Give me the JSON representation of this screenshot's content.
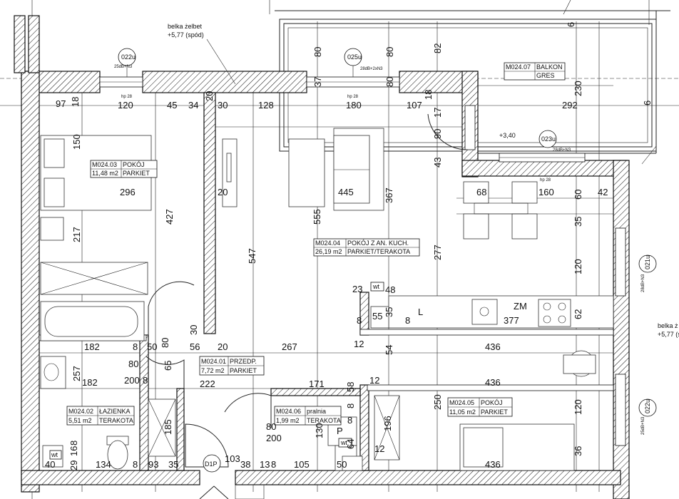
{
  "notes": {
    "beam_top_1": "belka żelbet",
    "beam_top_2": "+5,77 (spód)",
    "beam_right_1": "belka ż",
    "beam_right_2": "+5,77 (s",
    "window_label_1": "25dB+N3",
    "window_label_2": "28dB+2xN3",
    "window_label_3": "28dB+N3",
    "window_label_4": "28dB+N3",
    "window_label_5": "25dB+N3",
    "door_label": "D1P",
    "level_label": "+3,40"
  },
  "window_tags": [
    "022u",
    "025u",
    "023u",
    "021u",
    "022u"
  ],
  "hp_marks": [
    "hp 28",
    "hp 28",
    "hp 28"
  ],
  "rooms": {
    "balkon": {
      "id": "M024.07",
      "name": "BALKON",
      "area": "",
      "finish": "GRES"
    },
    "pokoj1": {
      "id": "M024.03",
      "name": "POKÓJ",
      "area": "11,48 m2",
      "finish": "PARKIET"
    },
    "salon": {
      "id": "M024.04",
      "name": "POKÓJ Z AN. KUCH.",
      "area": "26,19 m2",
      "finish": "PARKIET/TERAKOTA"
    },
    "przedp": {
      "id": "M024.01",
      "name": "PRZEDP.",
      "area": "7,72 m2",
      "finish": "PARKIET"
    },
    "lazienka": {
      "id": "M024.02",
      "name": "ŁAZIENKA",
      "area": "5,51 m2",
      "finish": "TERAKOTA"
    },
    "pralnia": {
      "id": "M024.06",
      "name": "pralnia",
      "area": "1,99 m2",
      "finish": "TERAKOTA"
    },
    "pokoj2": {
      "id": "M024.05",
      "name": "POKÓJ",
      "area": "11,05 m2",
      "finish": "PARKIET"
    }
  },
  "appliances": {
    "zm": "ZM",
    "l": "L",
    "wt1": "wt",
    "wt2": "wt",
    "wt3": "wt",
    "p": "P"
  },
  "dimensions": {
    "d97": "97",
    "d18a": "18",
    "d120": "120",
    "d45": "45",
    "d34": "34",
    "d20a": "20",
    "d30": "30",
    "d128": "128",
    "d180": "180",
    "d107": "107",
    "d18b": "18",
    "d17": "17",
    "d6a": "6",
    "d6b": "6",
    "d80a": "80",
    "d80b": "80",
    "d37": "37",
    "d82": "82",
    "d80c": "80",
    "d150": "150",
    "d296": "296",
    "d427": "427",
    "d20b": "20",
    "d445": "445",
    "d555": "555",
    "d367": "367",
    "d90": "90",
    "d43": "43",
    "d68": "68",
    "d160": "160",
    "d60": "60",
    "d42": "42",
    "d230": "230",
    "d292": "292",
    "d217": "217",
    "d547": "547",
    "d35": "35",
    "d277": "277",
    "d120b": "120",
    "d23": "23",
    "d48": "48",
    "d62": "62",
    "d8a": "8",
    "d55": "55",
    "d35b": "35",
    "d8b": "8",
    "d377": "377",
    "d182a": "182",
    "d8c": "8",
    "d50a": "50",
    "d80d": "80",
    "d30b": "30",
    "d56": "56",
    "d20c": "20",
    "d267": "267",
    "d12a": "12",
    "d54": "54",
    "d436a": "436",
    "d257": "257",
    "d80e": "80",
    "d65": "65",
    "d182b": "182",
    "d200a": "200",
    "d8d": "8",
    "d222": "222",
    "d171": "171",
    "d58": "58",
    "d12b": "12",
    "d436b": "436",
    "d80f": "80",
    "d200b": "200",
    "d8e": "8",
    "d130": "130",
    "d250": "250",
    "d120c": "120",
    "d185": "185",
    "d196": "196",
    "d12c": "12",
    "d36": "36",
    "d40": "40",
    "d29": "29",
    "d16": "16",
    "d8f": "8",
    "d134": "134",
    "d8g": "8",
    "d93": "93",
    "d35c": "35",
    "d103": "103",
    "d38": "38",
    "d13": "13",
    "d8h": "8",
    "d105": "105",
    "d50b": "50",
    "d436c": "436",
    "d8i": "8",
    "d64": "64"
  }
}
